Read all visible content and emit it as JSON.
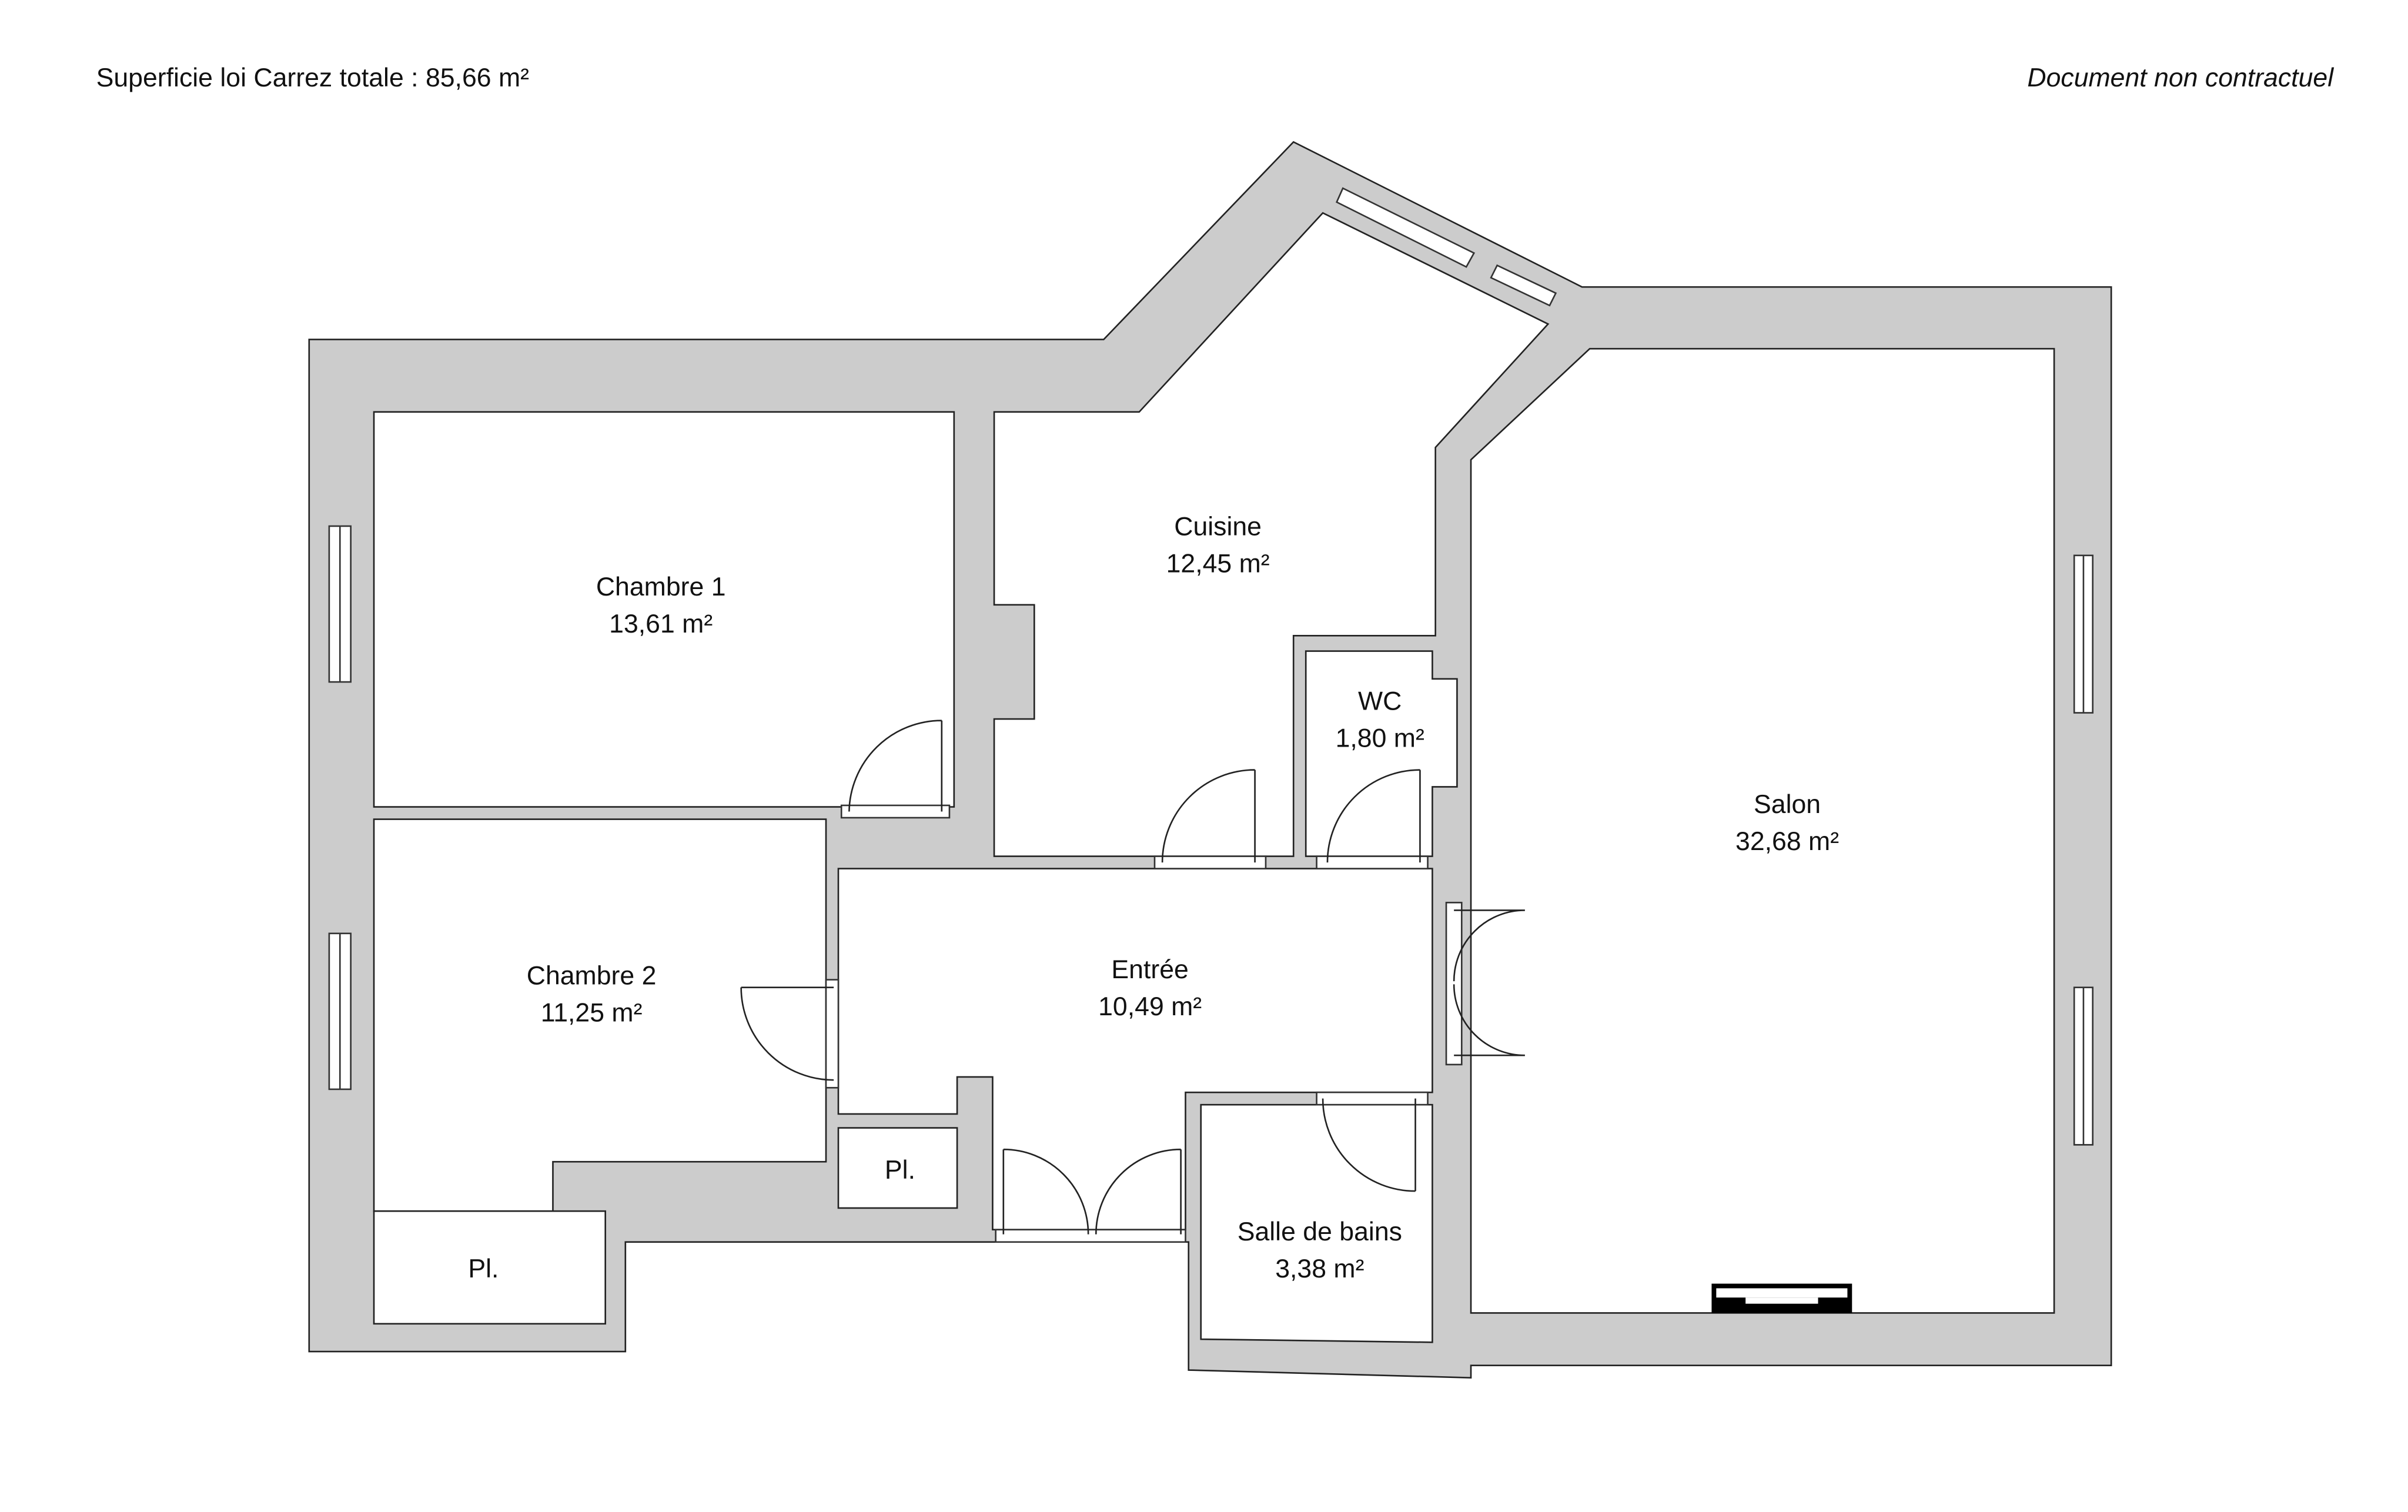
{
  "header": {
    "total_area": "Superficie loi Carrez totale :  85,66 m²",
    "disclaimer": "Document non contractuel"
  },
  "rooms": [
    {
      "name": "Chambre 1",
      "area": "13,61 m²"
    },
    {
      "name": "Cuisine",
      "area": "12,45 m²"
    },
    {
      "name": "WC",
      "area": "1,80 m²"
    },
    {
      "name": "Salon",
      "area": "32,68 m²"
    },
    {
      "name": "Chambre 2",
      "area": "11,25 m²"
    },
    {
      "name": "Entrée",
      "area": "10,49 m²"
    },
    {
      "name": "Salle de bains",
      "area": "3,38 m²"
    }
  ],
  "closets": [
    {
      "name": "Pl."
    },
    {
      "name": "Pl."
    }
  ],
  "colors": {
    "wall": "#cccccc",
    "line": "#222222",
    "background": "#ffffff"
  }
}
